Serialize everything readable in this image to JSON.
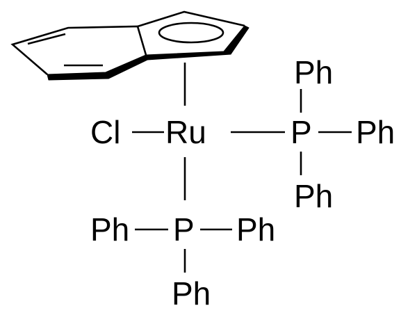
{
  "molecule": {
    "metal": "Ru",
    "halide": "Cl",
    "phosphines": [
      {
        "phosphorus": "P",
        "substituents": [
          "Ph",
          "Ph",
          "Ph"
        ]
      },
      {
        "phosphorus": "P",
        "substituents": [
          "Ph",
          "Ph",
          "Ph"
        ]
      }
    ]
  },
  "colors": {
    "ink": "#000000",
    "background": "#ffffff"
  }
}
